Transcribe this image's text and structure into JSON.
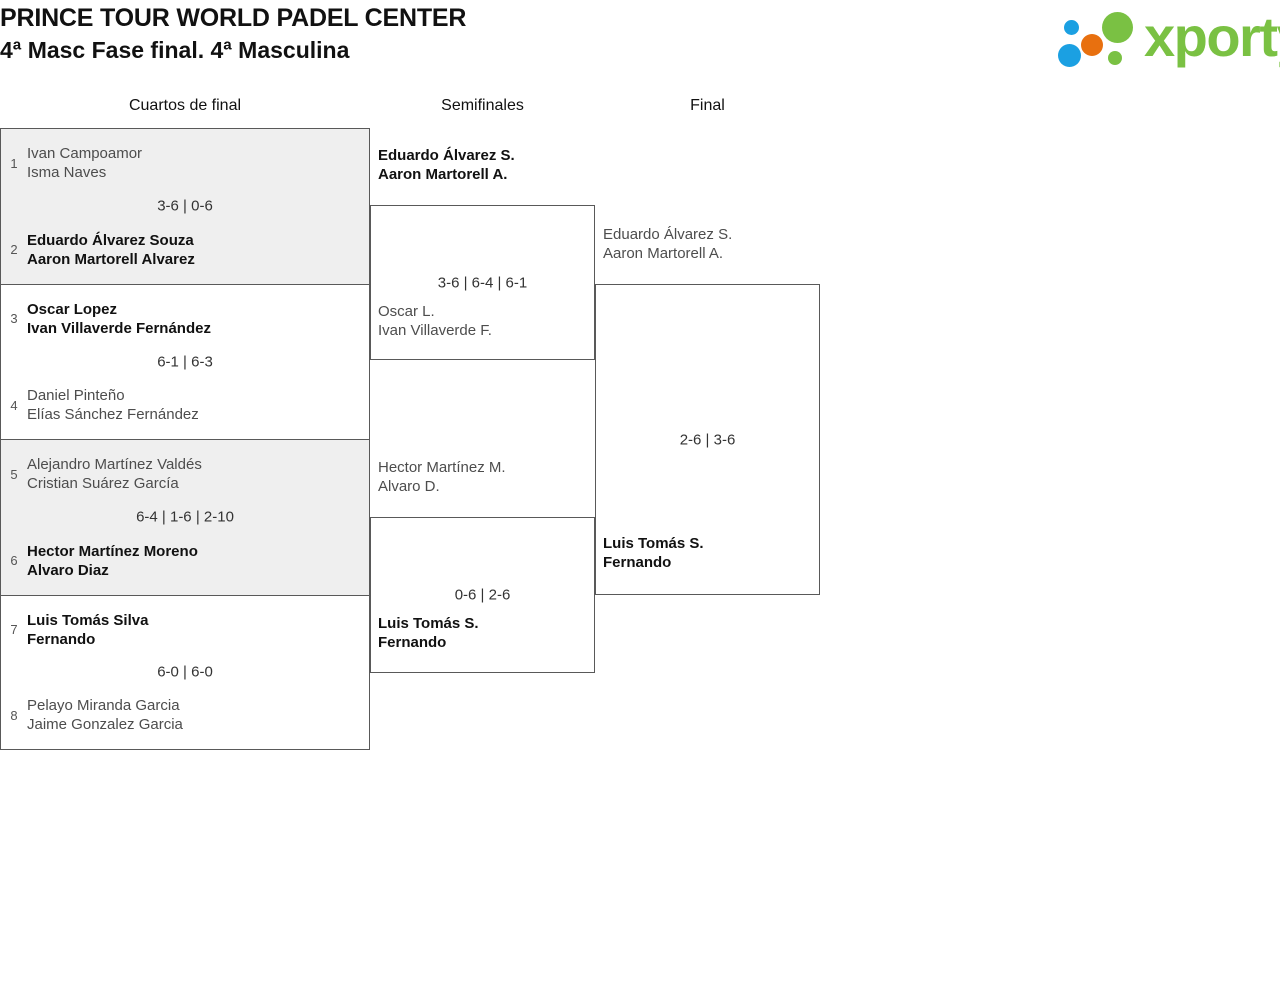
{
  "header": {
    "title": "PRINCE TOUR WORLD PADEL CENTER",
    "subtitle": "4ª Masc Fase final. 4ª Masculina",
    "logo_text": "xporty",
    "logo_colors": {
      "green": "#7ac143",
      "blue": "#1ba0e2",
      "orange": "#e8700f"
    }
  },
  "columns": {
    "quarterfinals": "Cuartos de final",
    "semifinals": "Semifinales",
    "final": "Final"
  },
  "rounds": {
    "quarterfinals": [
      {
        "score": "3-6 | 0-6",
        "shaded": true,
        "top": {
          "seed": "1",
          "player1": "Ivan Campoamor",
          "player2": "Isma Naves",
          "winner": false
        },
        "bottom": {
          "seed": "2",
          "player1": "Eduardo Álvarez Souza",
          "player2": "Aaron Martorell Alvarez",
          "winner": true
        }
      },
      {
        "score": "6-1 | 6-3",
        "shaded": false,
        "top": {
          "seed": "3",
          "player1": "Oscar Lopez",
          "player2": "Ivan Villaverde Fernández",
          "winner": true
        },
        "bottom": {
          "seed": "4",
          "player1": "Daniel Pinteño",
          "player2": "Elías Sánchez Fernández",
          "winner": false
        }
      },
      {
        "score": "6-4 | 1-6 | 2-10",
        "shaded": true,
        "top": {
          "seed": "5",
          "player1": "Alejandro Martínez Valdés",
          "player2": "Cristian Suárez García",
          "winner": false
        },
        "bottom": {
          "seed": "6",
          "player1": "Hector Martínez Moreno",
          "player2": "Alvaro Diaz",
          "winner": true
        }
      },
      {
        "score": "6-0 | 6-0",
        "shaded": false,
        "top": {
          "seed": "7",
          "player1": "Luis Tomás Silva",
          "player2": "Fernando",
          "winner": true
        },
        "bottom": {
          "seed": "8",
          "player1": "Pelayo Miranda Garcia",
          "player2": "Jaime Gonzalez Garcia",
          "winner": false
        }
      }
    ],
    "semifinals": [
      {
        "score": "3-6 | 6-4 | 6-1",
        "top": {
          "player1": "Eduardo Álvarez S.",
          "player2": "Aaron Martorell A.",
          "winner": true
        },
        "bottom": {
          "player1": "Oscar L.",
          "player2": "Ivan Villaverde F.",
          "winner": false
        }
      },
      {
        "score": "0-6 | 2-6",
        "top": {
          "player1": "Hector Martínez M.",
          "player2": "Alvaro D.",
          "winner": false
        },
        "bottom": {
          "player1": "Luis Tomás S.",
          "player2": "Fernando",
          "winner": true
        }
      }
    ],
    "final": {
      "score": "2-6 | 3-6",
      "top": {
        "player1": "Eduardo Álvarez S.",
        "player2": "Aaron Martorell A.",
        "winner": false
      },
      "bottom": {
        "player1": "Luis Tomás S.",
        "player2": "Fernando",
        "winner": true
      }
    }
  }
}
